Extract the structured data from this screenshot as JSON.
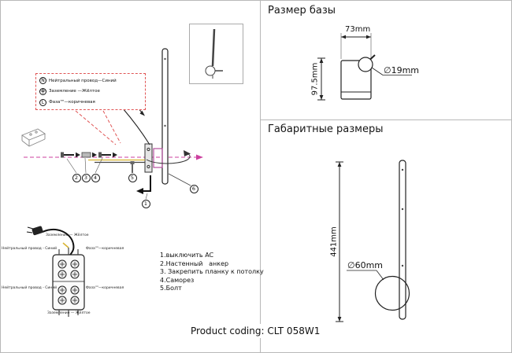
{
  "page": {
    "product_label": "Product coding:",
    "product_value": "CLT 058W1"
  },
  "right_top": {
    "title": "Размер базы",
    "width_dim": "73mm",
    "height_dim": "97.5mm",
    "ball_diameter": "∅19mm"
  },
  "right_bottom": {
    "title": "Габаритные размеры",
    "height_dim": "441mm",
    "base_diameter": "∅60mm"
  },
  "legend": {
    "items": [
      {
        "symbol": "N",
        "label": "Нейтральный провод—Синий"
      },
      {
        "symbol": "earth-ground",
        "label": "Заземление —Жёлтое"
      },
      {
        "symbol": "L",
        "label": "Фаза\"\"—коричневая"
      }
    ]
  },
  "wiring": {
    "top_label": "Заземление — Жёлтое",
    "upper_left_label": "Нейтральный провод - Синий",
    "upper_right_label": "Фаза\"\"—коричневая",
    "lower_left_label": "Нейтральный провод - Синий",
    "lower_right_label": "Фаза\"\"—коричневая",
    "bottom_label": "Заземление — Жёлтое"
  },
  "instructions": {
    "line1": "1.выключить AC",
    "line2": "2.Настенный   анкер",
    "line3": "3. Закрепить планку к потолку",
    "line4": "4.Саморез",
    "line5": "5.Болт"
  },
  "callouts": {
    "screw_a": "2",
    "screw_b": "3",
    "screw_c": "4",
    "bolt": "5",
    "below": "1",
    "side": "6"
  }
}
